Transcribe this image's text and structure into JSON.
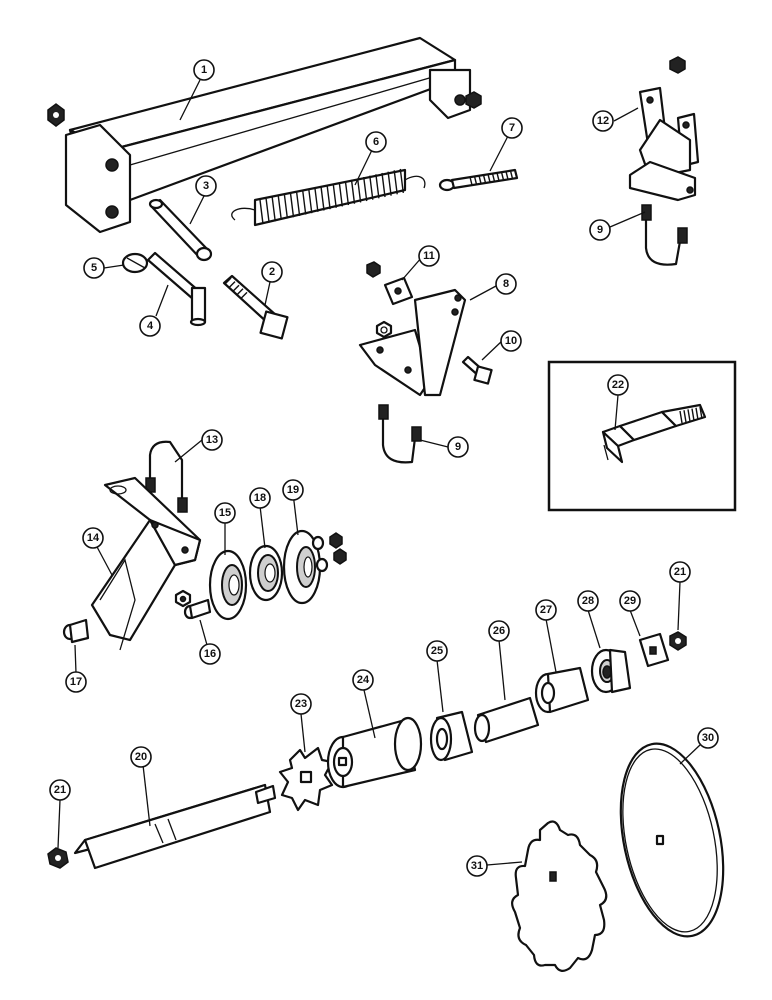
{
  "callouts": {
    "c1": "1",
    "c2": "2",
    "c3": "3",
    "c4": "4",
    "c5": "5",
    "c6": "6",
    "c7": "7",
    "c8": "8",
    "c9a": "9",
    "c9b": "9",
    "c10": "10",
    "c11": "11",
    "c12": "12",
    "c13": "13",
    "c14": "14",
    "c15": "15",
    "c16": "16",
    "c17": "17",
    "c18": "18",
    "c19": "19",
    "c20": "20",
    "c21a": "21",
    "c21b": "21",
    "c22": "22",
    "c23": "23",
    "c24": "24",
    "c25": "25",
    "c26": "26",
    "c27": "27",
    "c28": "28",
    "c29": "29",
    "c30": "30",
    "c31": "31"
  },
  "colors": {
    "line": "#111111",
    "background": "#ffffff"
  }
}
